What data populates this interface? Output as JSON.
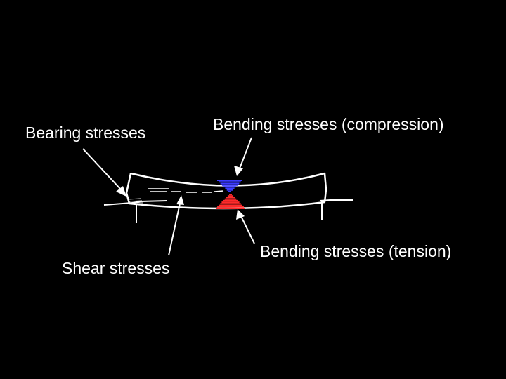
{
  "labels": {
    "bearing": "Bearing stresses",
    "compression": "Bending stresses (compression)",
    "shear": "Shear stresses",
    "tension": "Bending stresses (tension)"
  },
  "colors": {
    "background": "#000000",
    "line": "#ffffff",
    "compression": "#3a3aff",
    "tension": "#ff2a2a"
  }
}
